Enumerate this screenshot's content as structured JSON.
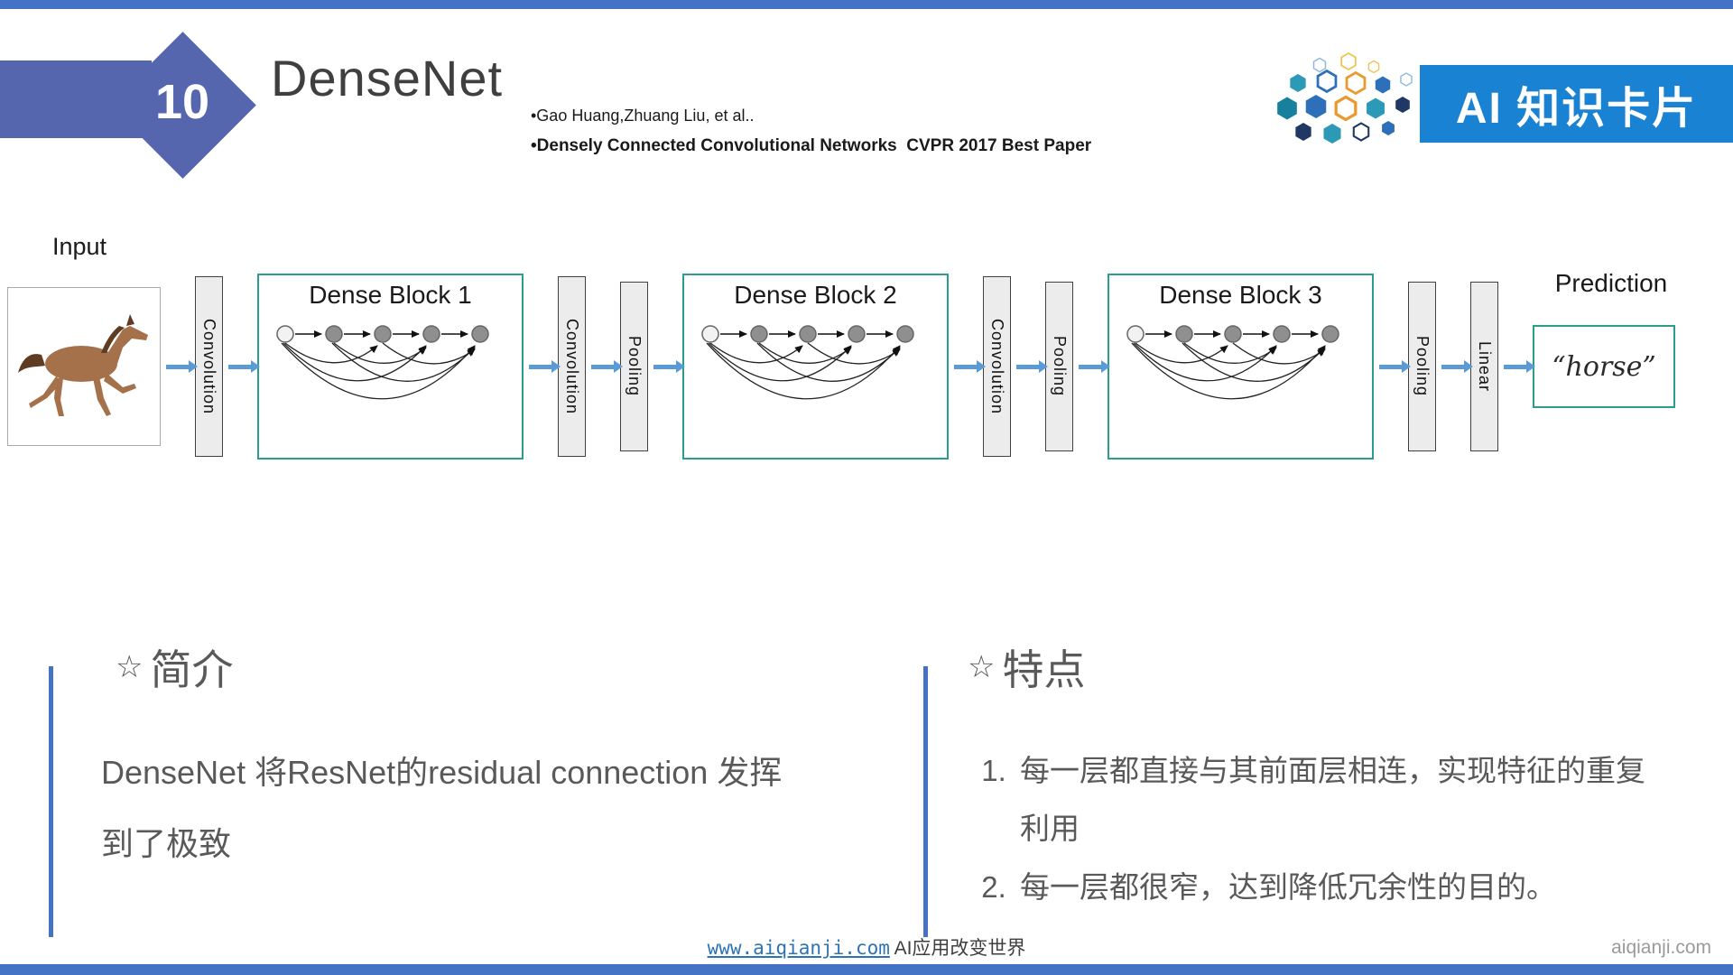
{
  "header": {
    "card_number": "10",
    "title": "DenseNet",
    "authors": "•Gao Huang,Zhuang Liu, et al..",
    "paper_ref": "•Densely Connected Convolutional Networks  CVPR 2017 Best Paper",
    "brand_banner": "AI 知识卡片"
  },
  "pipeline": {
    "input_label": "Input",
    "conv_label": "Convolution",
    "pool_label": "Pooling",
    "linear_label": "Linear",
    "dense_block_1": "Dense Block 1",
    "dense_block_2": "Dense Block 2",
    "dense_block_3": "Dense Block 3",
    "prediction_label": "Prediction",
    "prediction_value": "“horse”"
  },
  "intro": {
    "star": "☆",
    "heading": "简介",
    "text_lines": [
      "DenseNet 将ResNet的residual connection 发挥",
      "到了极致"
    ]
  },
  "features": {
    "star": "☆",
    "heading": "特点",
    "items": [
      "每一层都直接与其前面层相连，实现特征的重复利用",
      "每一层都很窄，达到降低冗余性的目的。"
    ]
  },
  "footer": {
    "link": "www.aiqianji.com",
    "tagline": "AI应用改变世界",
    "watermark": "aiqianji.com"
  },
  "colors": {
    "accent_blue": "#4472C4",
    "shape_blue": "#5566AE",
    "banner_blue": "#1A82D2",
    "flow_arrow_blue": "#5B9BD5",
    "dense_border_teal": "#2A9D8F"
  }
}
